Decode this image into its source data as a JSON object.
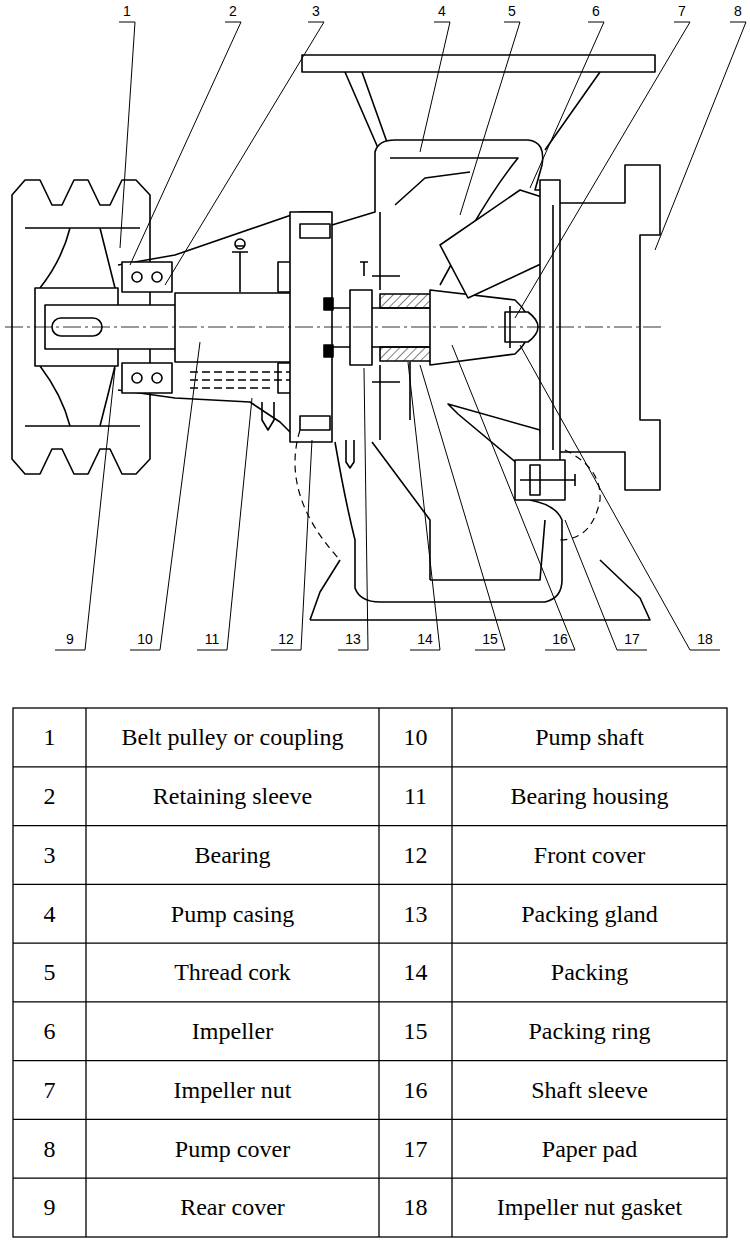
{
  "diagram": {
    "labels": [
      "1",
      "2",
      "3",
      "4",
      "5",
      "6",
      "7",
      "8",
      "9",
      "10",
      "11",
      "12",
      "13",
      "14",
      "15",
      "16",
      "17",
      "18",
      "1",
      "Belt pulley or coupling",
      "10",
      "Pump shaft",
      "2",
      "Retaining sleeve",
      "11",
      "Bearing housing",
      "3",
      "Bearing",
      "12",
      "Front cover",
      "4",
      "Pump casing",
      "13",
      "Packing gland",
      "5",
      "Thread cork",
      "14",
      "Packing",
      "6",
      "Impeller",
      "15",
      "Packing ring",
      "7",
      "Impeller nut",
      "16",
      "Shaft sleeve",
      "8",
      "Pump cover",
      "17",
      "Paper pad",
      "9",
      "Rear cover",
      "18",
      "Impeller nut gasket"
    ]
  }
}
